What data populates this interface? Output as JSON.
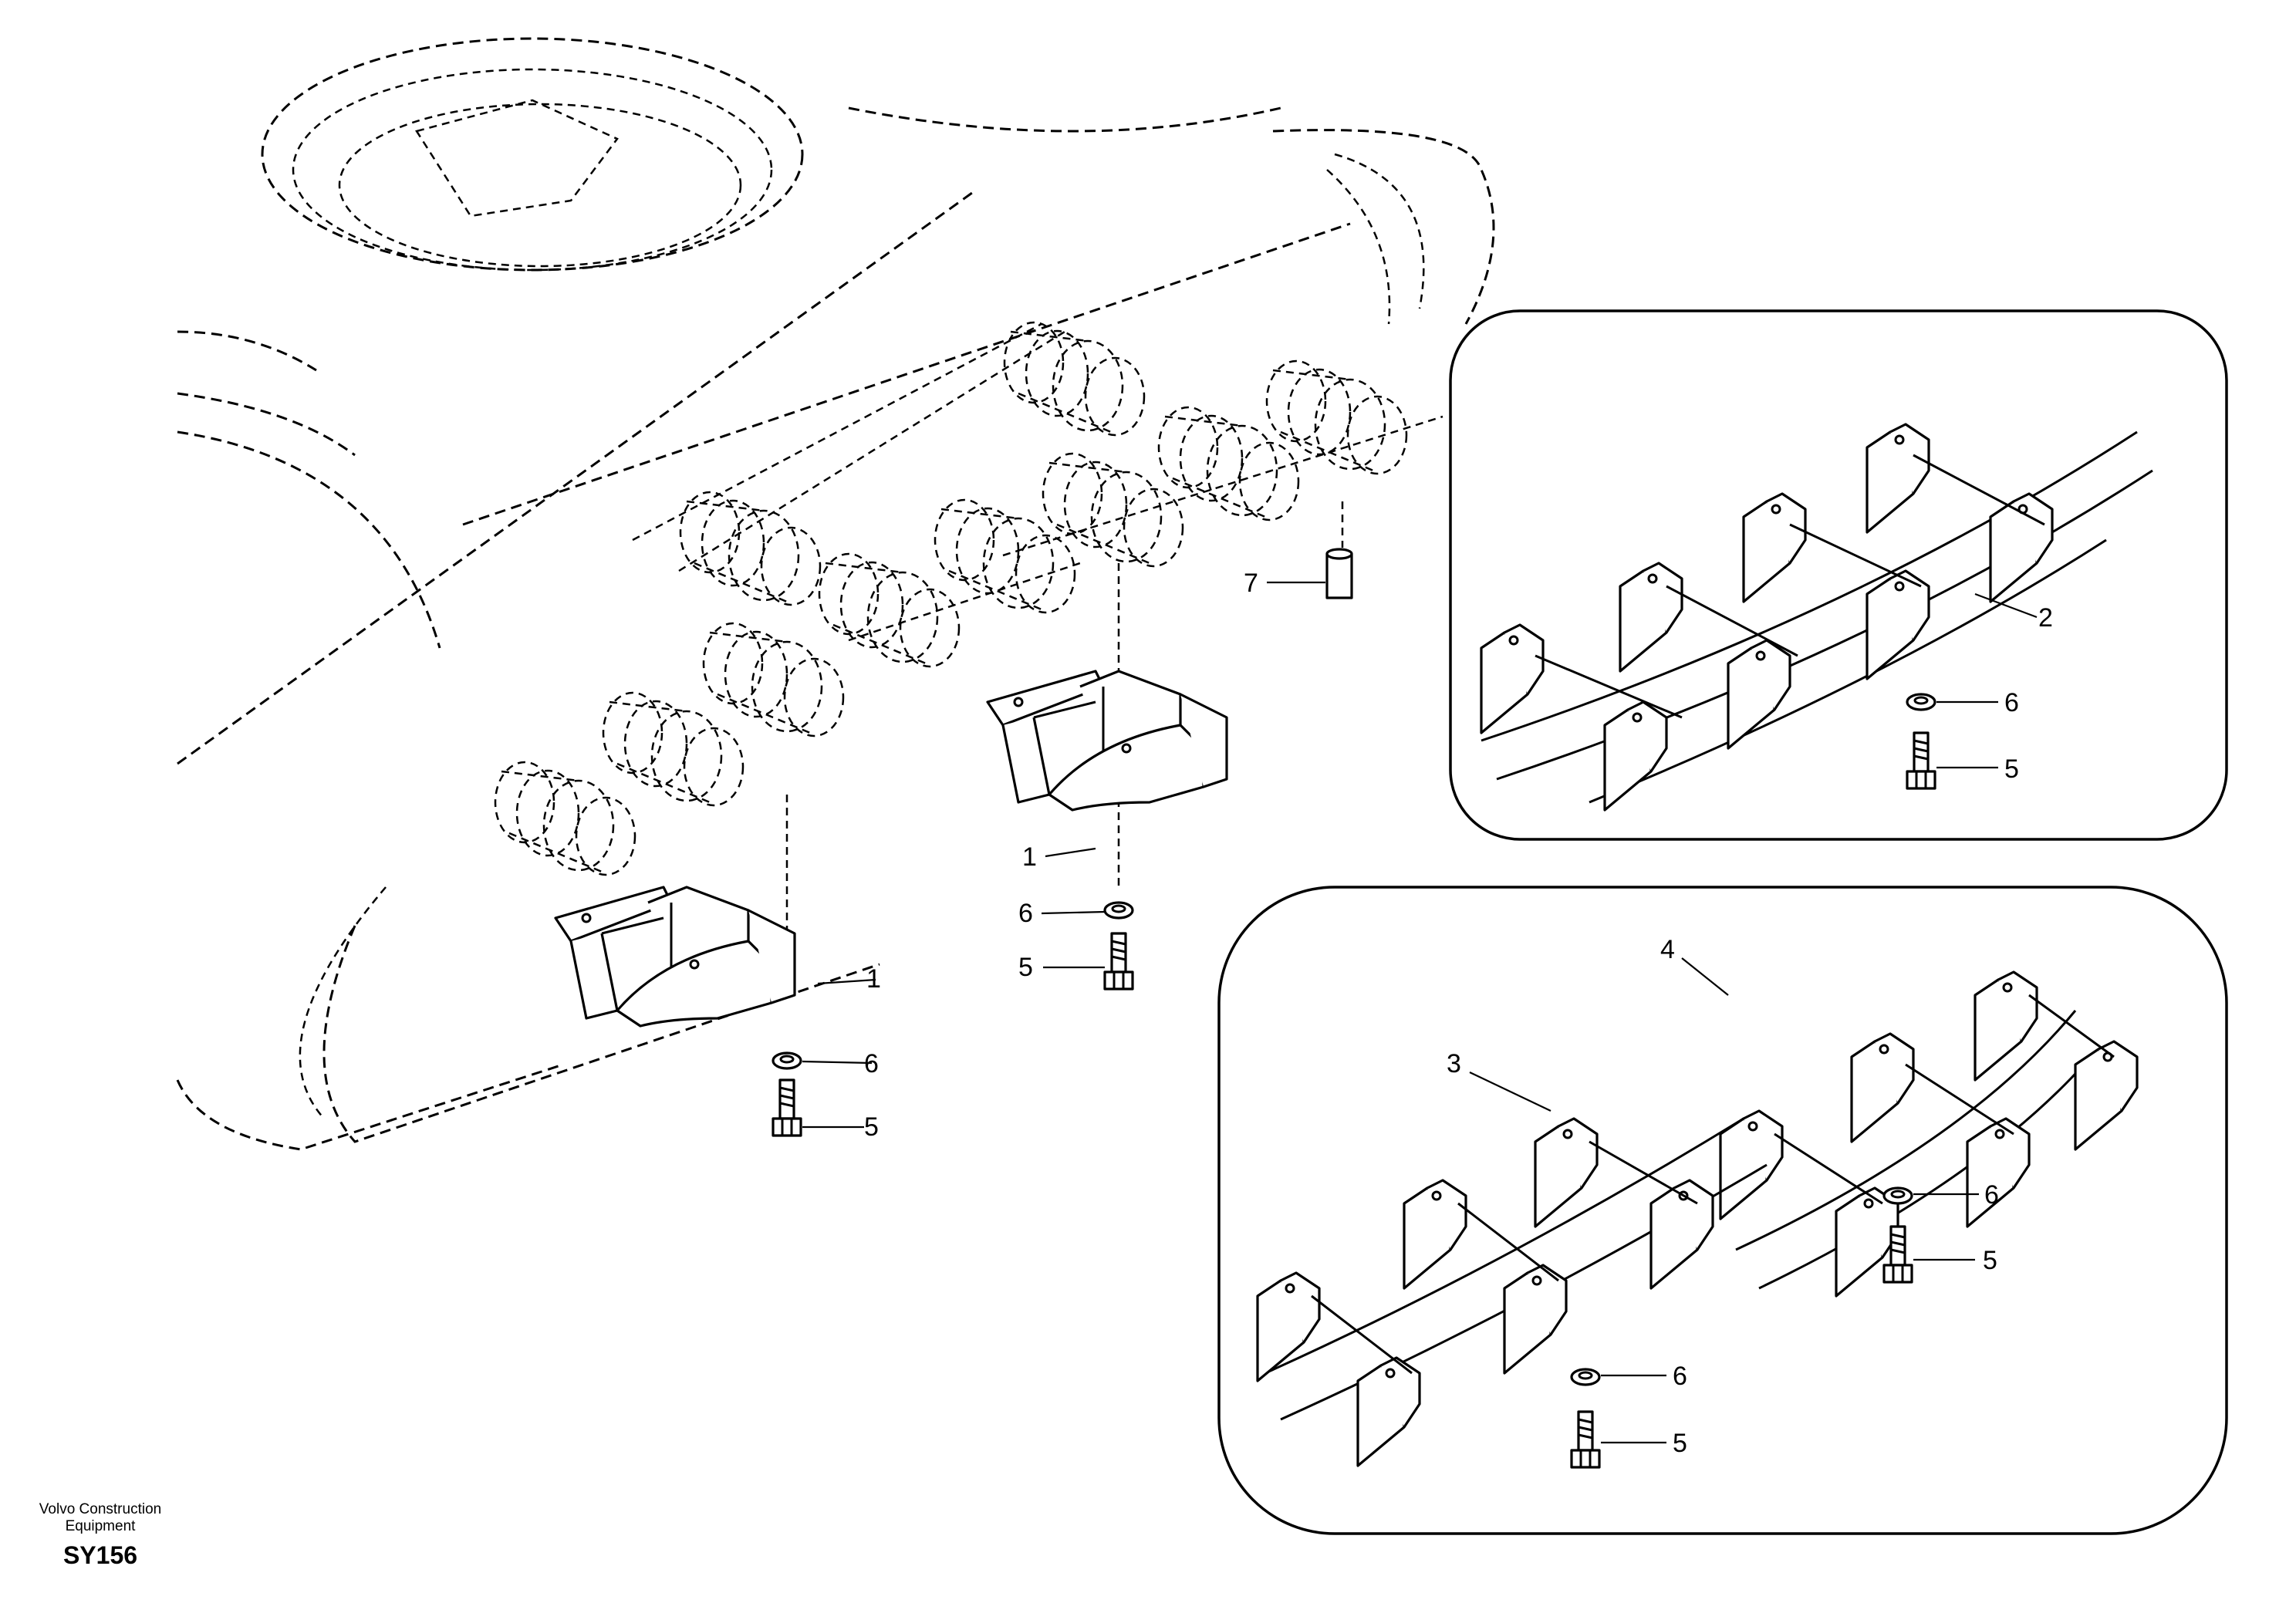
{
  "callouts": {
    "c1a": "1",
    "c6a": "6",
    "c5a": "5",
    "c1b": "1",
    "c6b": "6",
    "c5b": "5",
    "c7": "7",
    "c2": "2",
    "c6c": "6",
    "c5c": "5",
    "c4": "4",
    "c3": "3",
    "c6d": "6",
    "c5d": "5",
    "c6e": "6",
    "c5e": "5"
  },
  "footer": {
    "company_line1": "Volvo Construction",
    "company_line2": "Equipment",
    "code": "SY156"
  }
}
